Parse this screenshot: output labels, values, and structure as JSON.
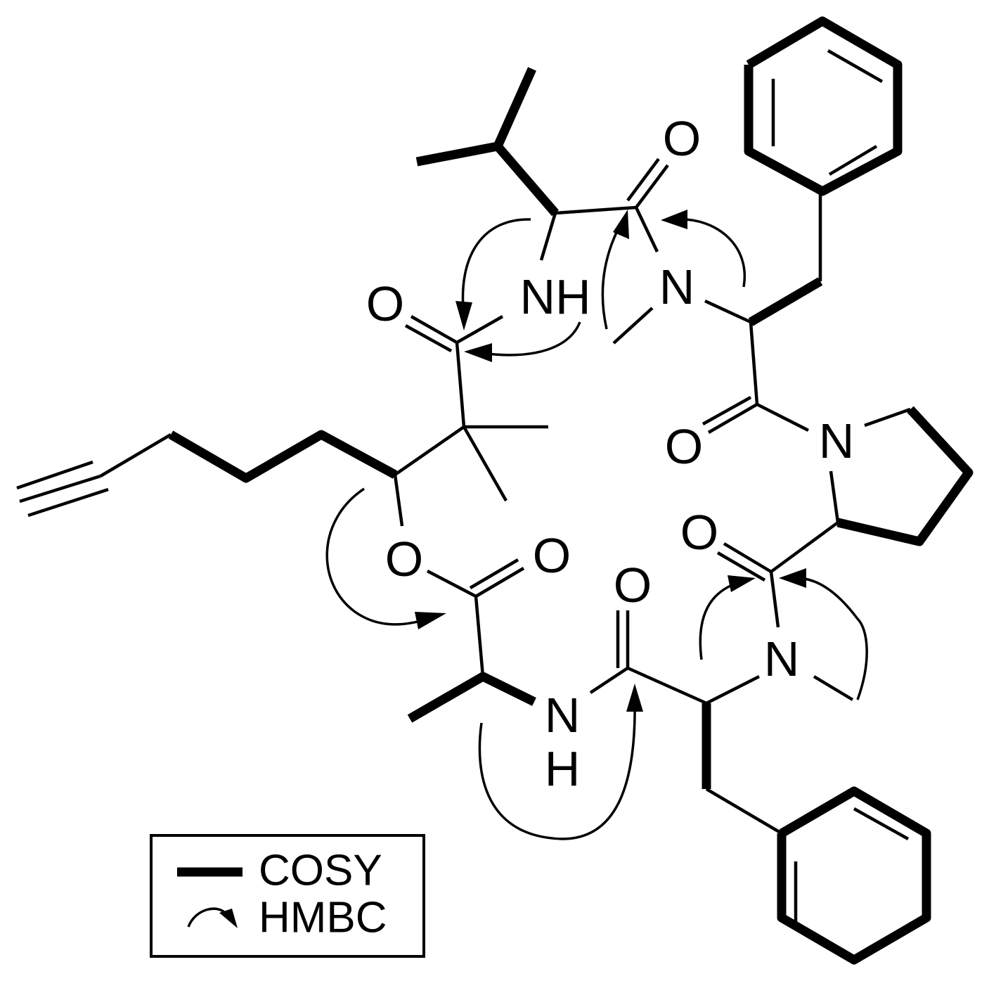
{
  "atoms": {
    "o_val": "O",
    "nh_val": "NH",
    "n_me1": "N",
    "o_ketone_left": "O",
    "o_phe_co": "O",
    "n_pro": "N",
    "o_pro_co": "O",
    "o_ester": "O",
    "o_ala_co": "O",
    "o_phe2_co": "O",
    "n_me2": "N",
    "n_ala": "N",
    "h_ala": "H"
  },
  "legend": {
    "cosy_label": "COSY",
    "hmbc_label": "HMBC"
  },
  "colors": {
    "ink": "#000000",
    "background": "#ffffff"
  }
}
